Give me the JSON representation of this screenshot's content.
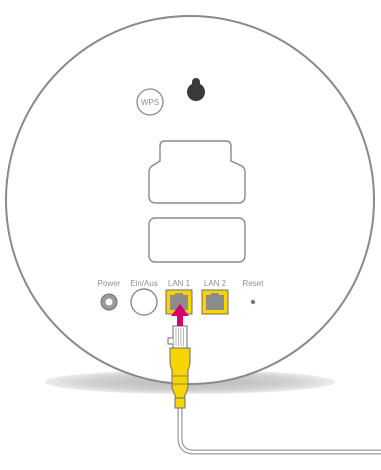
{
  "device": {
    "wps_label": "WPS",
    "port_labels": {
      "power": "Power",
      "onoff": "Ein/Aus",
      "lan1": "LAN 1",
      "lan2": "LAN 2",
      "reset": "Reset"
    }
  },
  "colors": {
    "outline": "#8a8a8a",
    "port_fill": "#f5d400",
    "port_inner": "#8c8c8c",
    "cable": "#f5d400",
    "arrow": "#d6006e",
    "shadow": "#c8c8c8",
    "label": "#8f8f8f"
  }
}
